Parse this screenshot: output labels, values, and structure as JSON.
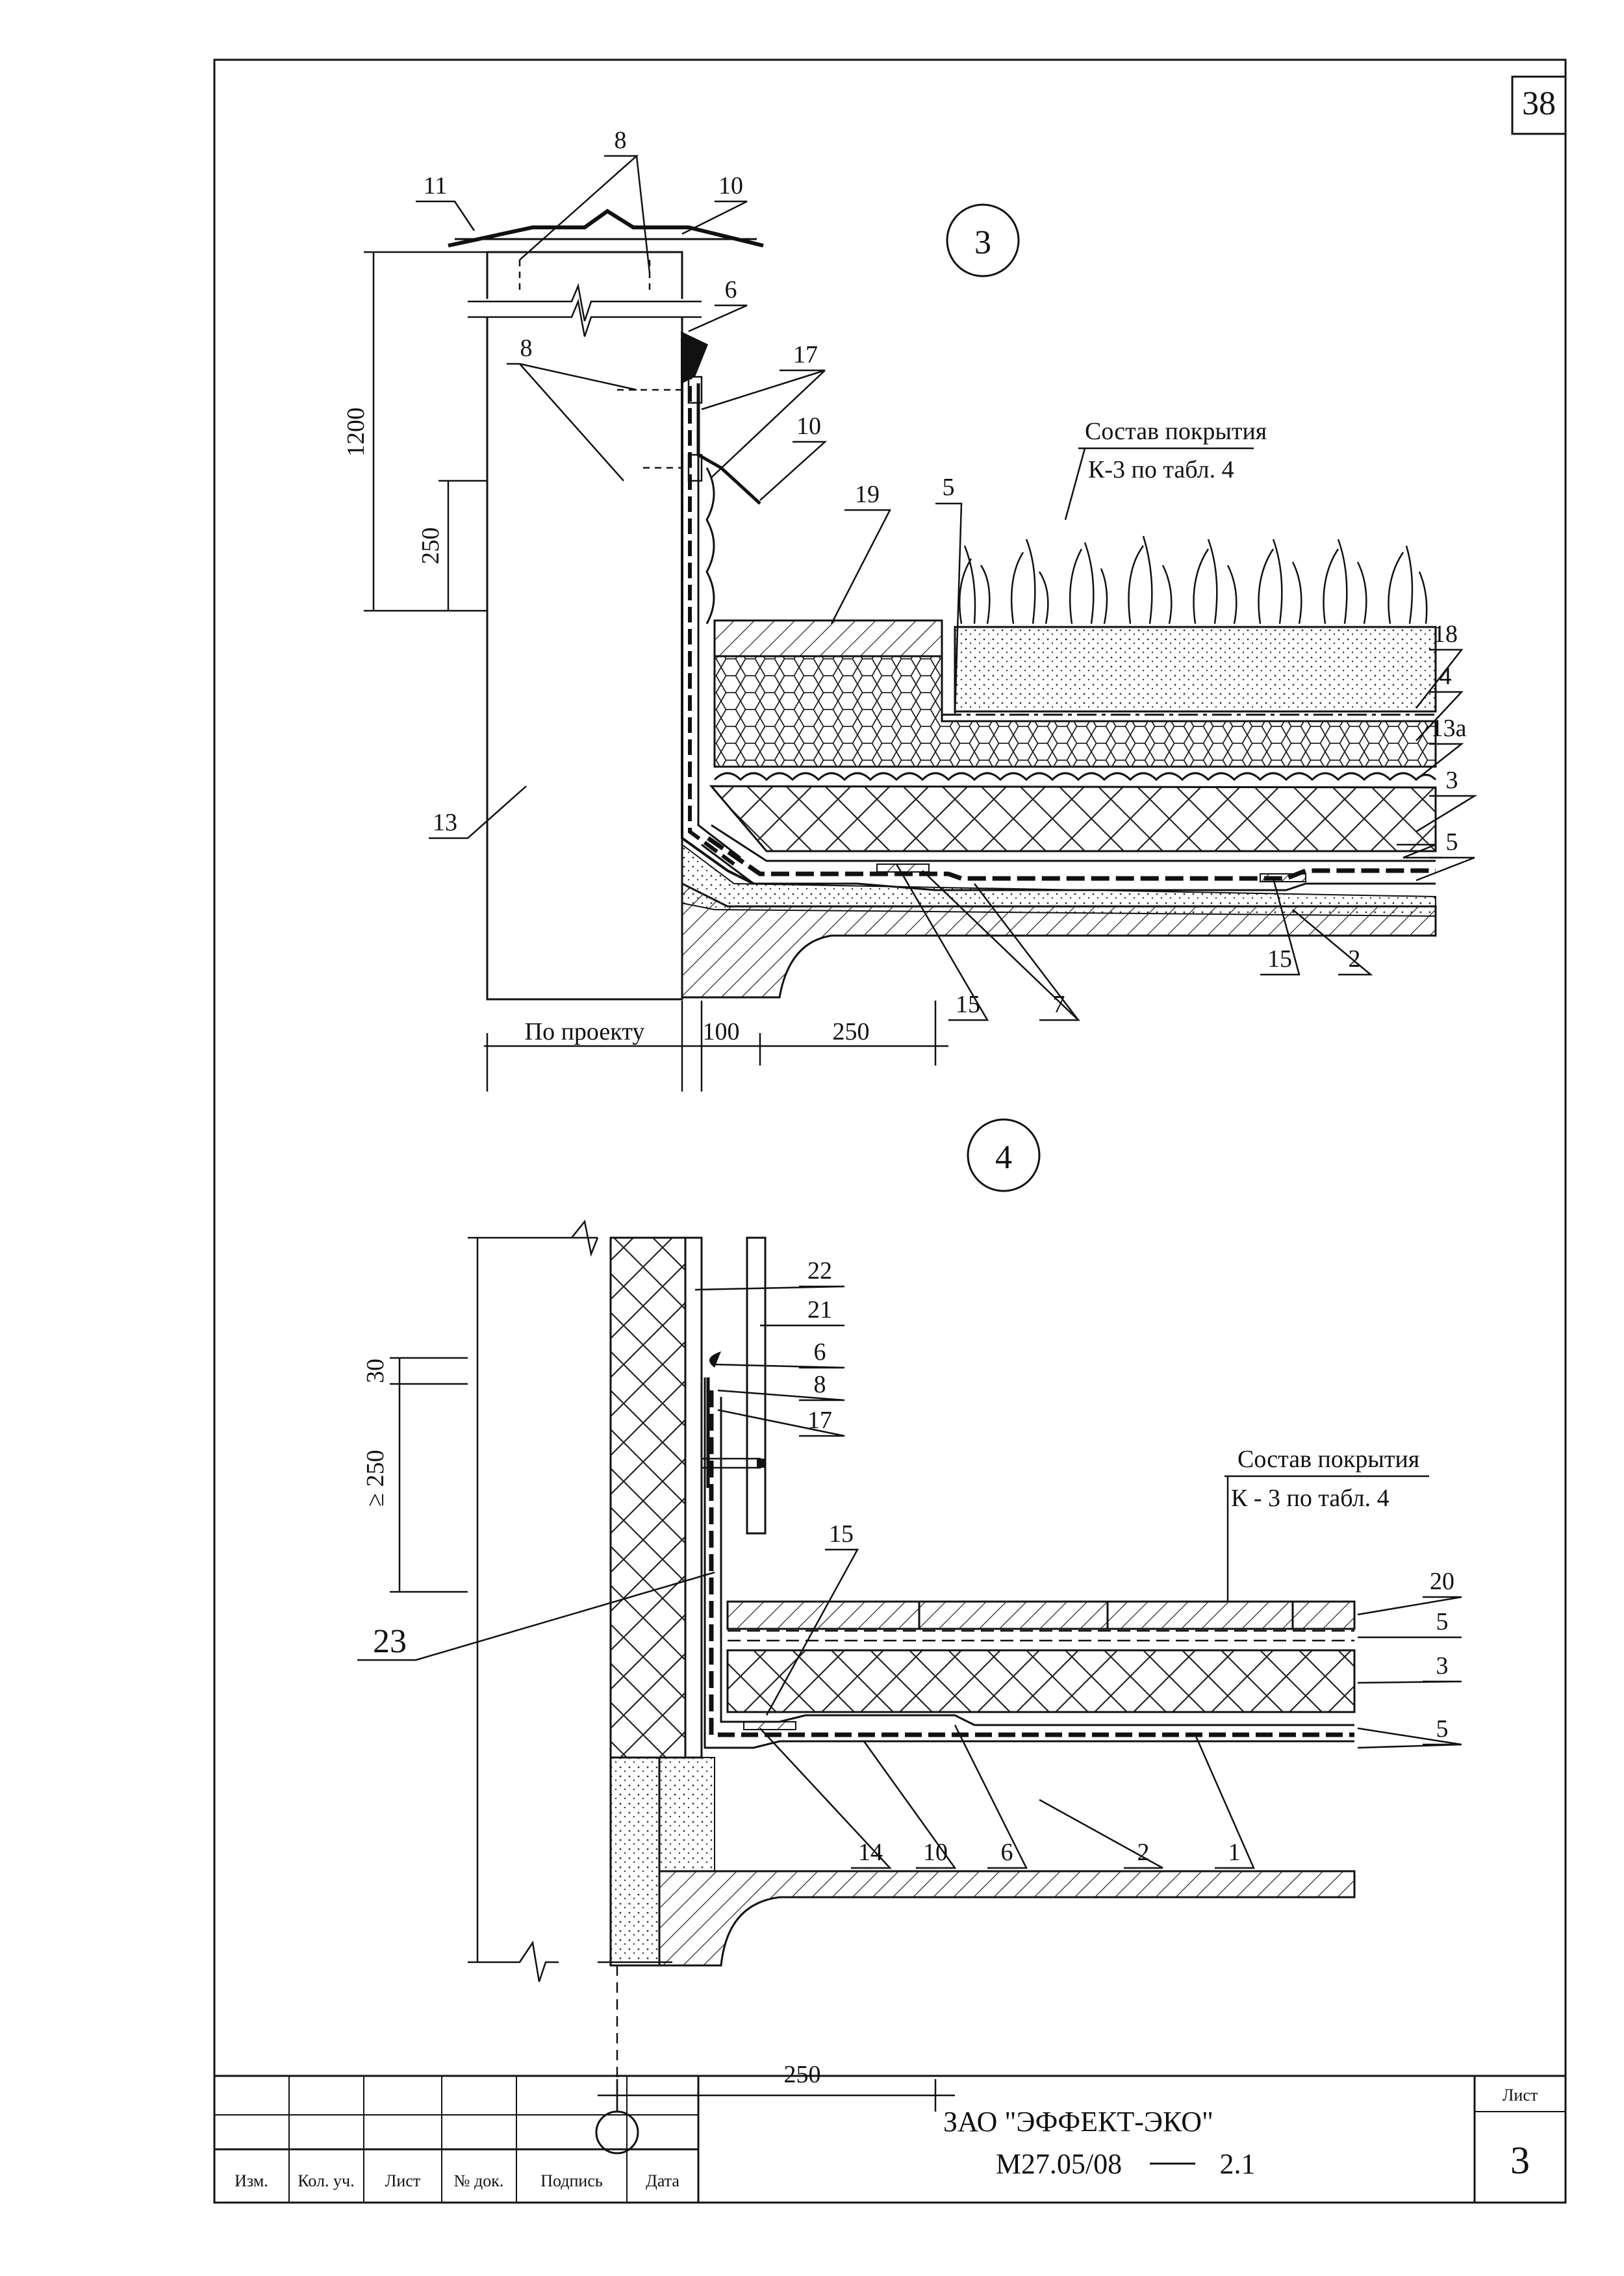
{
  "sheet": {
    "number_top": "38",
    "title_block": {
      "company": "ЗАО \"ЭФФЕКТ-ЭКО\"",
      "code": "М27.05/08",
      "code_suffix": "2.1",
      "sheet_label": "Лист",
      "sheet_value": "3",
      "columns": [
        "Изм.",
        "Кол. уч.",
        "Лист",
        "№ док.",
        "Подпись",
        "Дата"
      ]
    }
  },
  "detail3": {
    "id": "3",
    "composition_line1": "Состав покрытия",
    "composition_line2": "К-3 по табл. 4",
    "dims": {
      "height_total": "1200",
      "height_lower": "250",
      "by_project": "По проекту",
      "d100": "100",
      "d250": "250"
    },
    "callouts": [
      "8",
      "11",
      "10",
      "6",
      "8",
      "17",
      "10",
      "5",
      "19",
      "18",
      "4",
      "13а",
      "3",
      "5",
      "13",
      "15",
      "7",
      "15",
      "2"
    ]
  },
  "detail4": {
    "id": "4",
    "composition_line1": "Состав покрытия",
    "composition_line2": "К - 3  по табл. 4",
    "dims": {
      "d30": "30",
      "d250": "≥ 250",
      "d250_bottom": "250"
    },
    "callouts": [
      "22",
      "21",
      "6",
      "8",
      "17",
      "15",
      "20",
      "5",
      "3",
      "5",
      "23",
      "14",
      "10",
      "6",
      "2",
      "1"
    ]
  }
}
